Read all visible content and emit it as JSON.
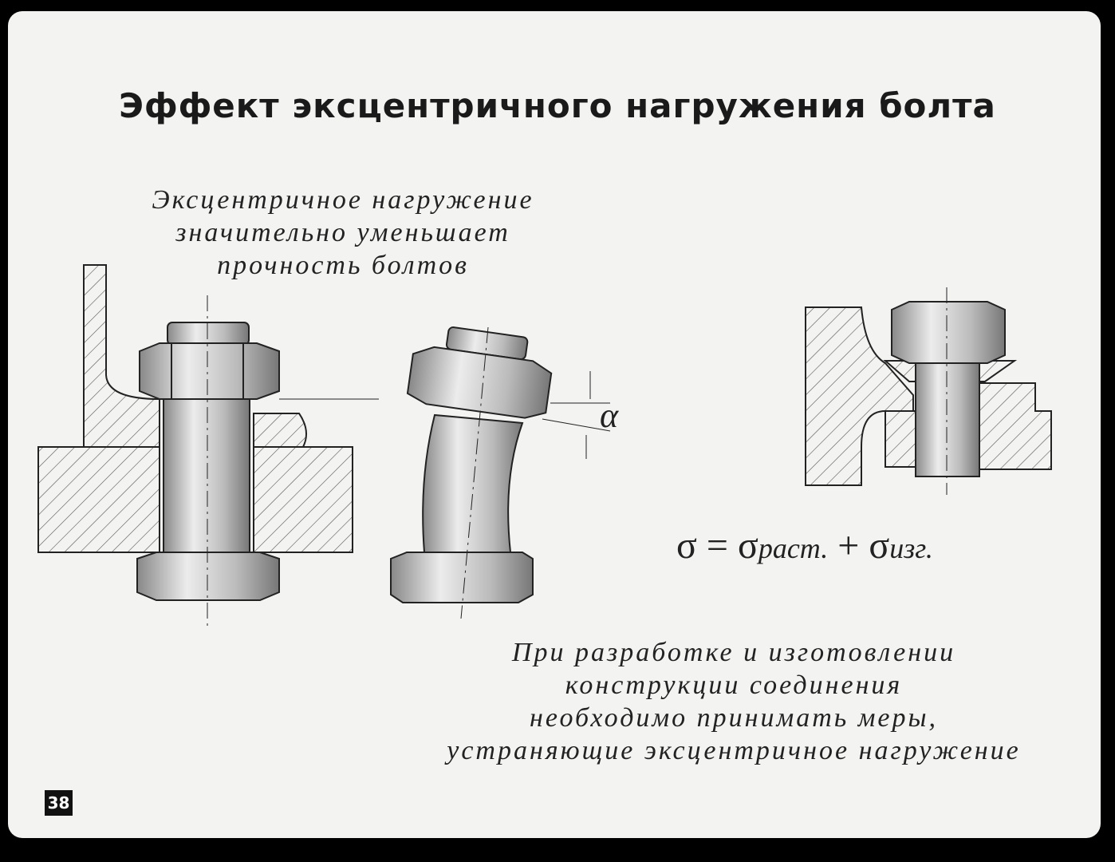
{
  "title": "Эффект эксцентричного нагружения болта",
  "caption_top": [
    "Эксцентричное нагружение",
    "значительно уменьшает",
    "прочность болтов"
  ],
  "angle_label": "α",
  "formula": {
    "sigma": "σ",
    "equals": "=",
    "term1_sub": "раст.",
    "plus": "+",
    "term2_sub": "изг."
  },
  "caption_bottom": [
    "При разработке и изготовлении",
    "конструкции соединения",
    "необходимо принимать меры,",
    "устраняющие эксцентричное нагружение"
  ],
  "page_number": "38"
}
